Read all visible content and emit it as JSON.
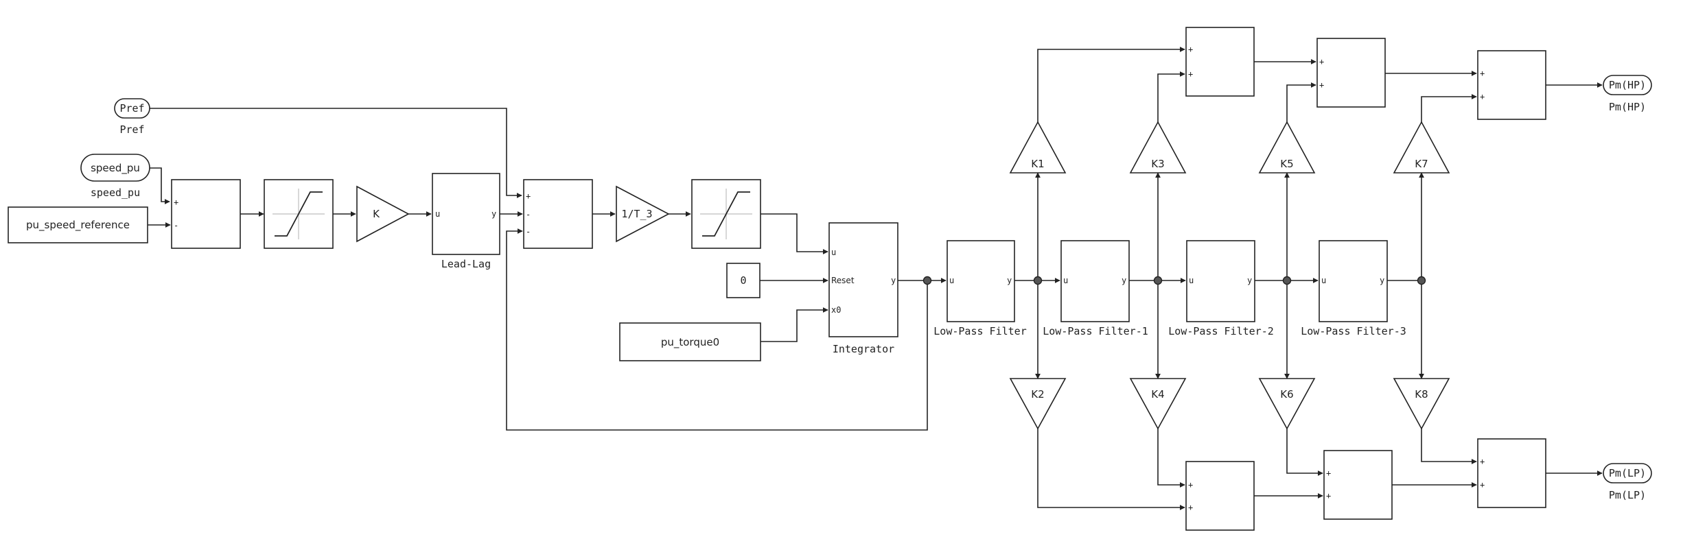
{
  "inports": {
    "pref": "Pref",
    "speed": "speed_pu"
  },
  "outports": {
    "hp": "Pm(HP)",
    "lp": "Pm(LP)"
  },
  "constants": {
    "speed_reference": "pu_speed_reference",
    "zero": "0",
    "torque0": "pu_torque0"
  },
  "blocks": {
    "gain_k": "K",
    "lead_lag": "Lead-Lag",
    "gain_t3": "1/T_3",
    "integrator": "Integrator",
    "lpf0": "Low-Pass Filter",
    "lpf1": "Low-Pass Filter-1",
    "lpf2": "Low-Pass Filter-2",
    "lpf3": "Low-Pass Filter-3"
  },
  "gains": {
    "k1": "K1",
    "k2": "K2",
    "k3": "K3",
    "k4": "K4",
    "k5": "K5",
    "k6": "K6",
    "k7": "K7",
    "k8": "K8"
  },
  "ports": {
    "u": "u",
    "y": "y",
    "reset": "Reset",
    "x0": "x0"
  },
  "signs": {
    "plus": "+",
    "minus": "-"
  }
}
